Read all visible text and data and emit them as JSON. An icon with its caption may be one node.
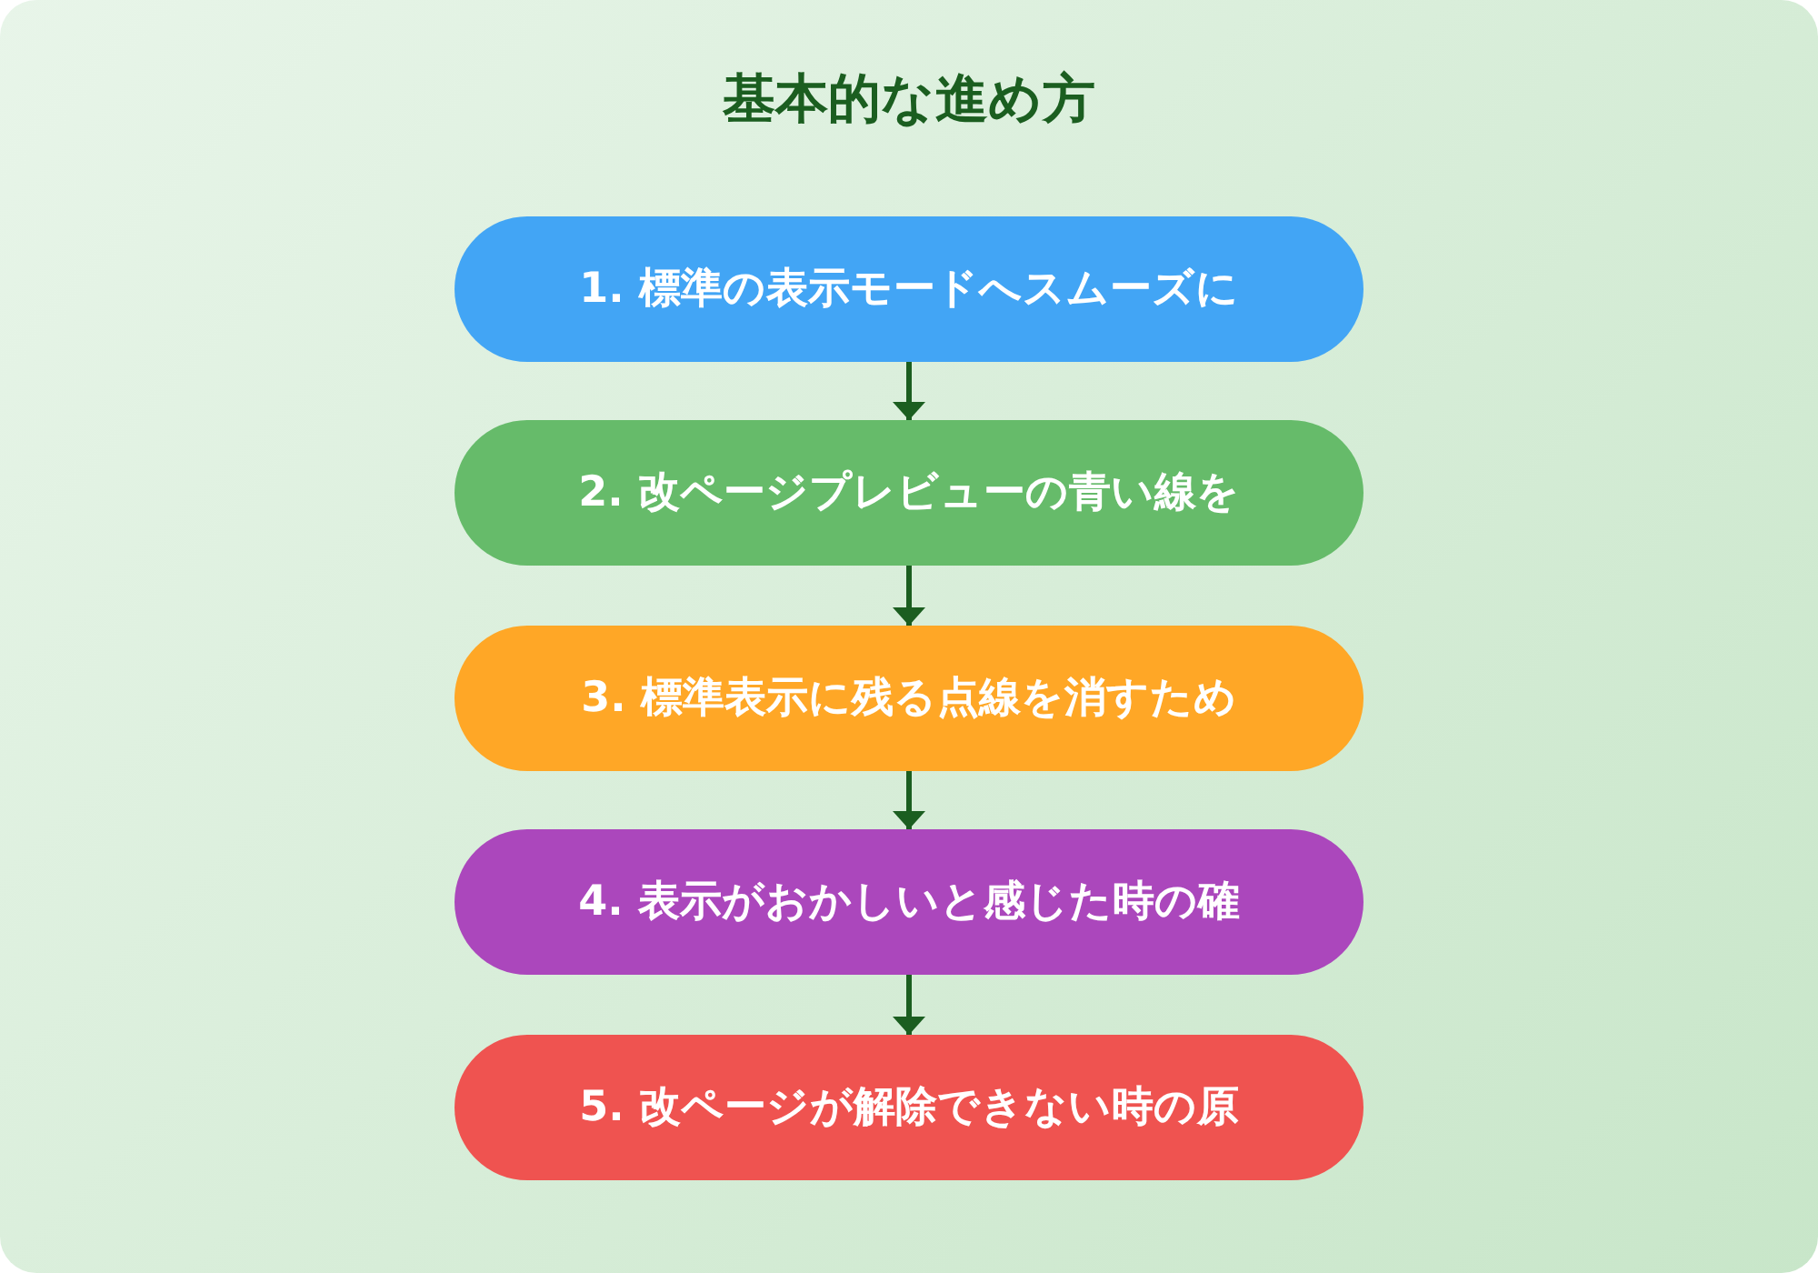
{
  "diagram": {
    "title": "基本的な進め方",
    "nodes": [
      {
        "text": [
          "1. 標準の表示モードへスムーズに"
        ]
      },
      {
        "text": [
          "2. 改ページプレビューの青い線を"
        ]
      },
      {
        "text": [
          "3. 標準表示に残る点線を消すため"
        ]
      },
      {
        "text": [
          "4. 表示がおかしいと感じた時の確"
        ]
      },
      {
        "text": [
          "5. 改ページが解除できない時の原"
        ]
      }
    ],
    "edges": [
      {
        "from": 0,
        "to": 1,
        "arrow": "to"
      },
      {
        "from": 1,
        "to": 2,
        "arrow": "to"
      },
      {
        "from": 2,
        "to": 3,
        "arrow": "to"
      },
      {
        "from": 3,
        "to": 4,
        "arrow": "to"
      }
    ]
  }
}
